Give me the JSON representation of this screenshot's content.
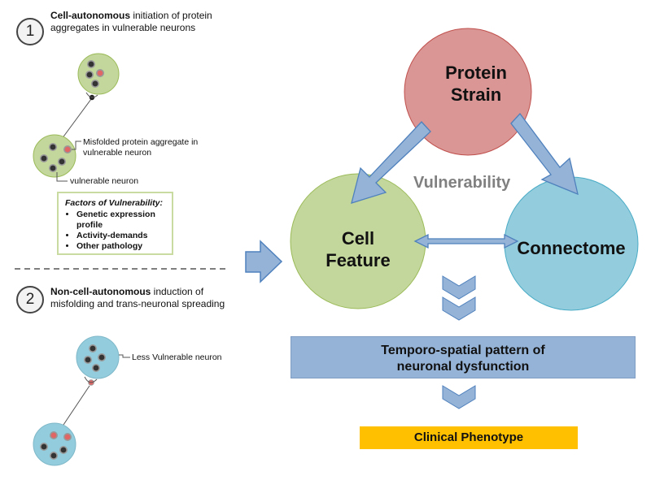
{
  "left": {
    "step1": {
      "number": "1",
      "bold": "Cell-autonomous",
      "text_line1_rest": " initiation of protein",
      "text_line2": "aggregates in vulnerable neurons"
    },
    "label_aggregate_line1": "Misfolded protein aggregate in",
    "label_aggregate_line2": "vulnerable neuron",
    "label_vulnerable": "vulnerable neuron",
    "factors": {
      "title": "Factors of Vulnerability:",
      "items": [
        "Genetic expression profile",
        "Activity-demands",
        "Other pathology"
      ]
    },
    "step2": {
      "number": "2",
      "bold": "Non-cell-autonomous",
      "text_line1_rest": " induction of",
      "text_line2": "misfolding and trans-neuronal spreading"
    },
    "label_less_vulnerable": "Less Vulnerable neuron"
  },
  "right": {
    "protein_strain_line1": "Protein",
    "protein_strain_line2": "Strain",
    "cell_feature_line1": "Cell",
    "cell_feature_line2": "Feature",
    "connectome": "Connectome",
    "vulnerability": "Vulnerability",
    "pattern_line1": "Temporo-spatial pattern of",
    "pattern_line2": "neuronal dysfunction",
    "clinical": "Clinical Phenotype"
  },
  "colors": {
    "protein_strain": "#d99694",
    "cell_feature": "#c3d69b",
    "connectome": "#93cddd",
    "arrow_blue": "#95b3d7",
    "bar_blue": "#95b3d7",
    "clinical": "#ffc000",
    "vulnerability_text": "#808080",
    "aggregate_red": "#e06666"
  }
}
